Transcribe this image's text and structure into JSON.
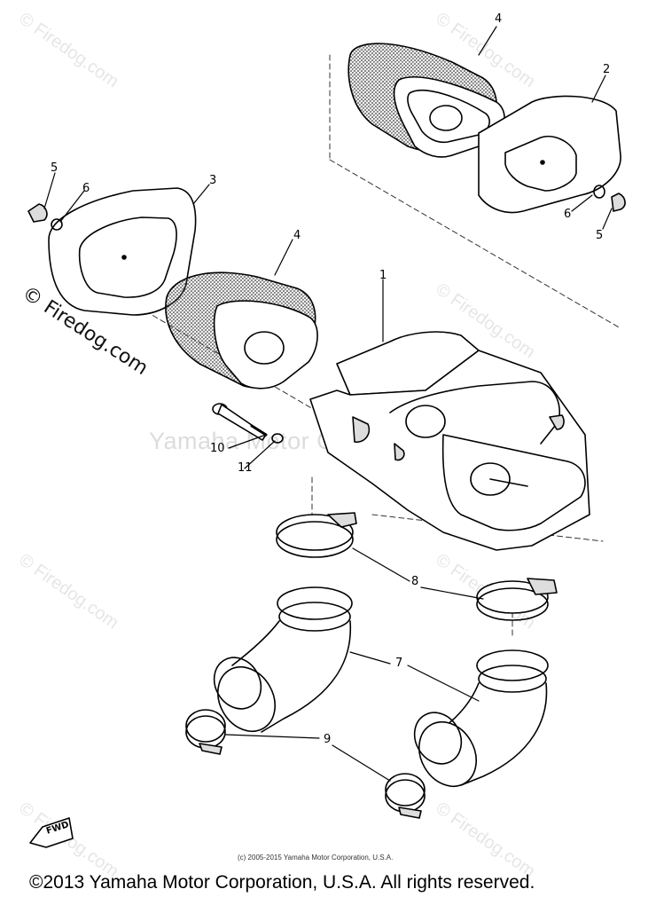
{
  "watermark": "© Firedog.com",
  "watermark_prominent": "© Firedog.com",
  "center_watermark": "Yamaha Motor Corp. U.S.A.",
  "callouts": {
    "c1": "1",
    "c2": "2",
    "c3": "3",
    "c4a": "4",
    "c4b": "4",
    "c5a": "5",
    "c5b": "5",
    "c6a": "6",
    "c6b": "6",
    "c7": "7",
    "c8": "8",
    "c9": "9",
    "c10": "10",
    "c11": "11"
  },
  "fwd_label": "FWD",
  "small_copyright": "(c) 2005-2015 Yamaha Motor Corporation, U.S.A.",
  "footer": "©2013 Yamaha Motor Corporation, U.S.A. All rights reserved."
}
